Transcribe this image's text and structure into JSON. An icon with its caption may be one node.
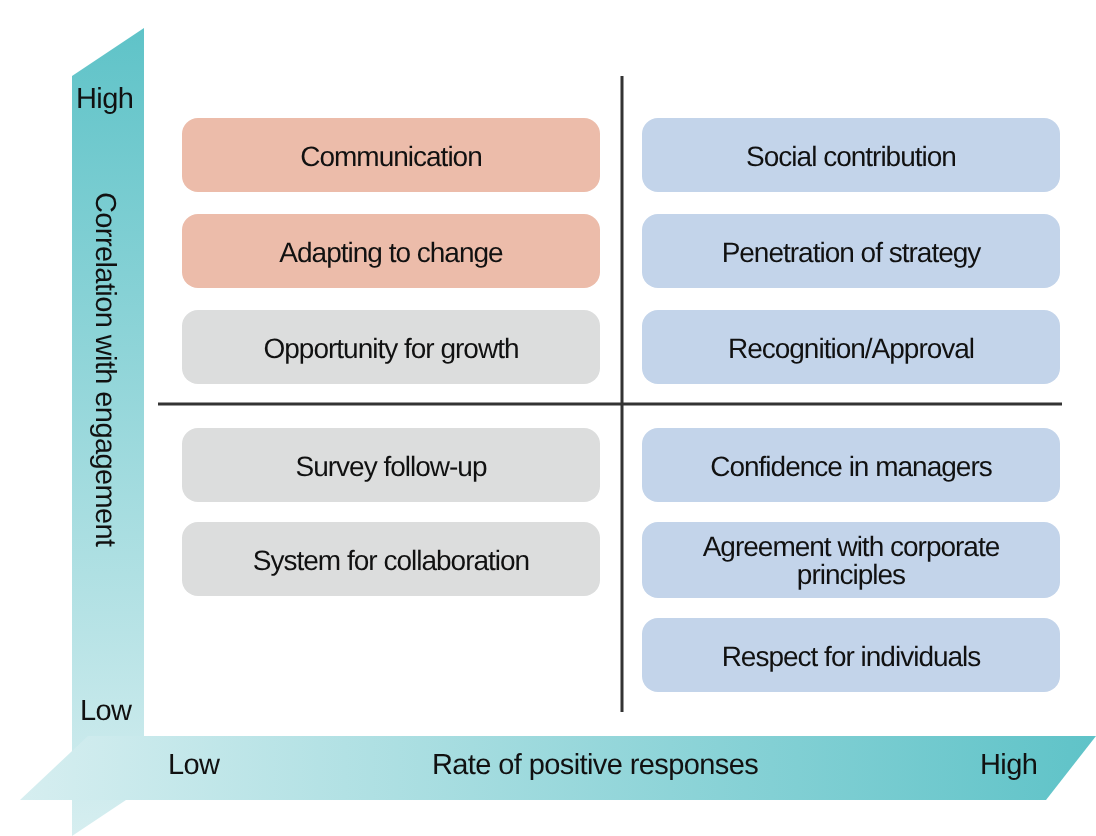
{
  "diagram": {
    "nodes": [
      {
        "text": [
          "Communication"
        ]
      },
      {
        "text": [
          "Adapting to change"
        ]
      },
      {
        "text": [
          "Opportunity for growth"
        ]
      },
      {
        "text": [
          "Survey follow-up"
        ]
      },
      {
        "text": [
          "System for collaboration"
        ]
      },
      {
        "text": [
          "Social contribution"
        ]
      },
      {
        "text": [
          "Penetration of strategy"
        ]
      },
      {
        "text": [
          "Recognition/Approval"
        ]
      },
      {
        "text": [
          "Confidence in managers"
        ]
      },
      {
        "text": [
          "Agreement with corporate principles"
        ]
      },
      {
        "text": [
          "Respect for individuals"
        ]
      }
    ],
    "labels": [
      "High",
      "Correlation with engagement",
      "Low",
      "Low",
      "Rate of positive responses",
      "High"
    ]
  }
}
